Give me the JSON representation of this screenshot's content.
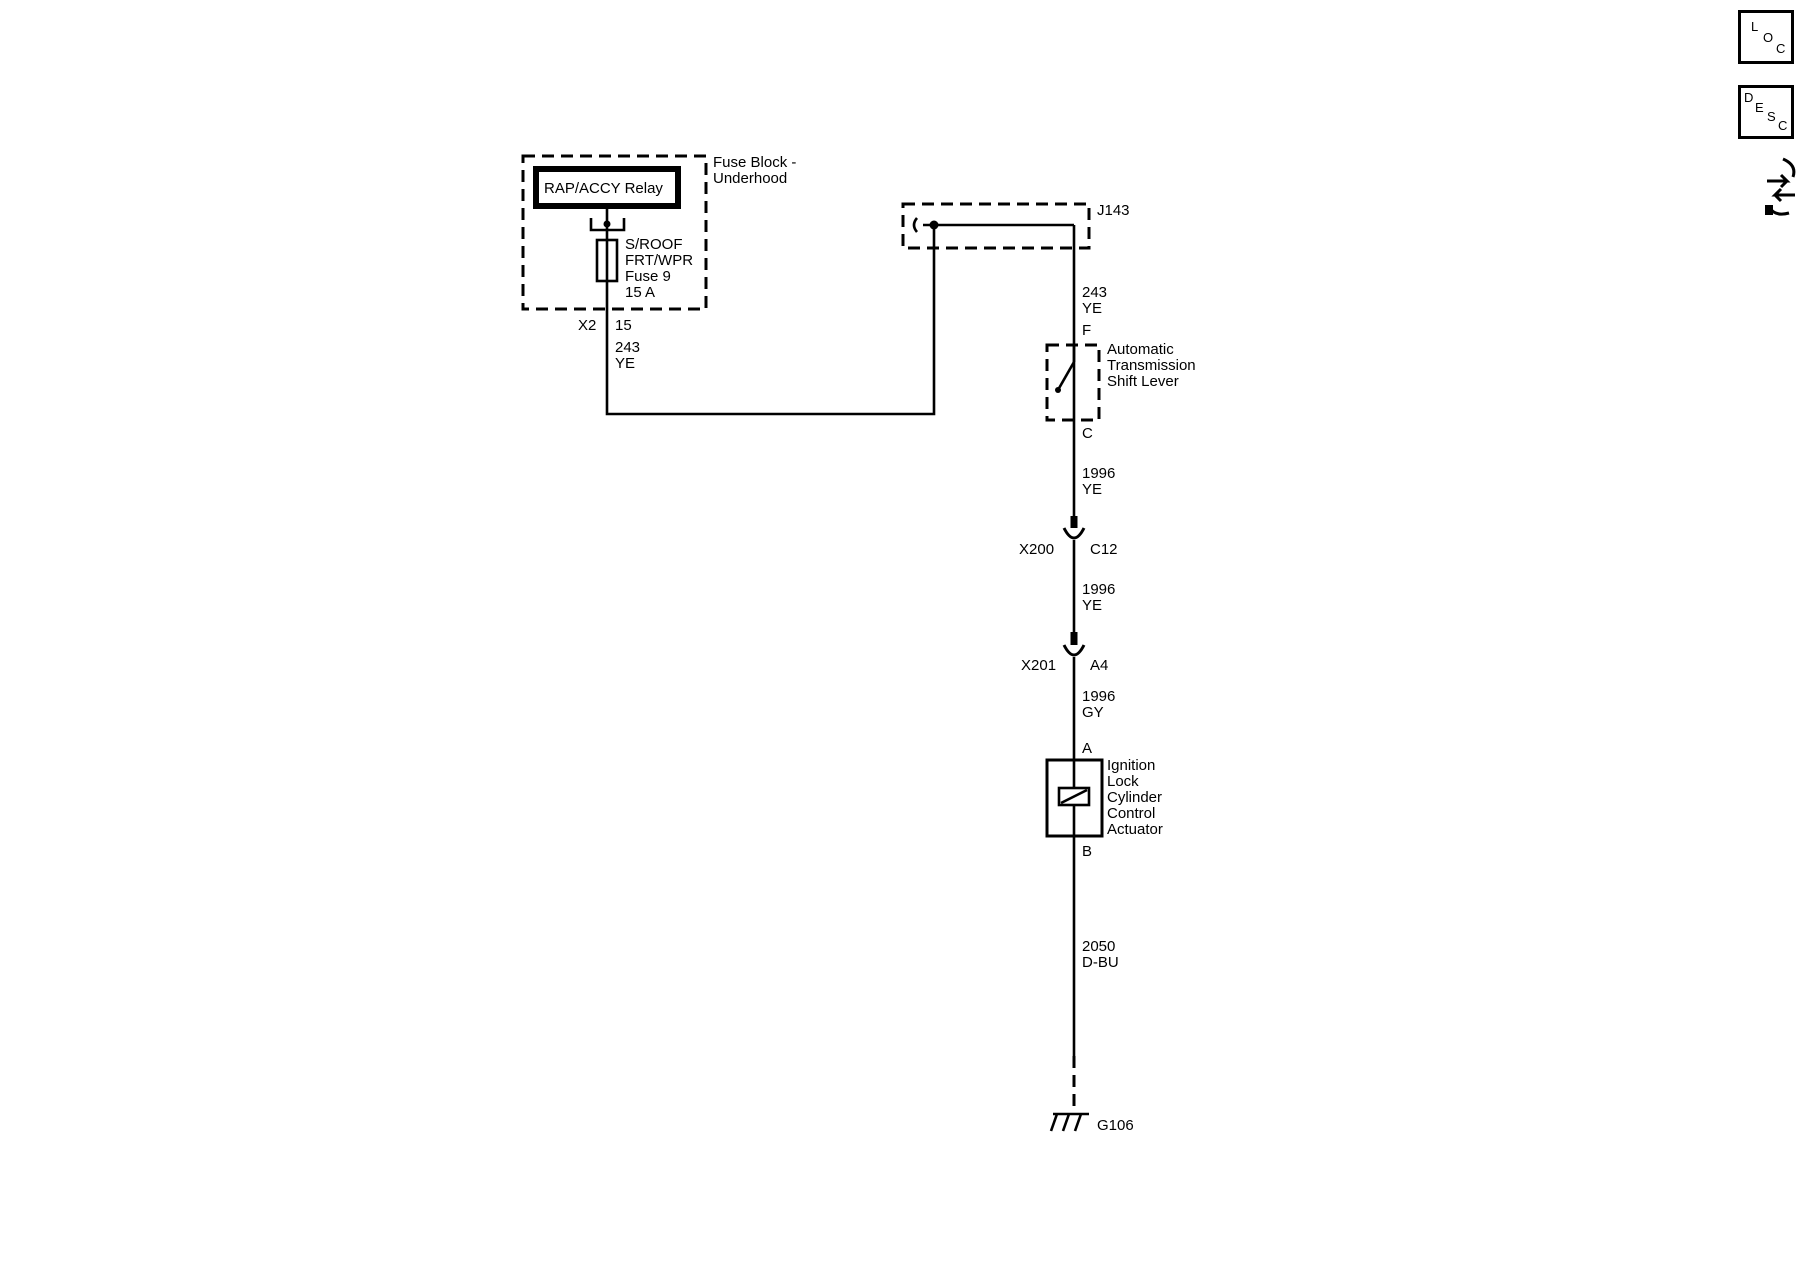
{
  "fuse_block": {
    "label_line1": "Fuse Block -",
    "label_line2": "Underhood",
    "relay_label": "RAP/ACCY Relay",
    "fuse_line1": "S/ROOF",
    "fuse_line2": "FRT/WPR",
    "fuse_line3": "Fuse 9",
    "fuse_line4": "15 A",
    "connector": "X2",
    "pin": "15"
  },
  "wires": {
    "w1_circuit": "243",
    "w1_color": "YE",
    "w2_circuit": "243",
    "w2_color": "YE",
    "w3_circuit": "1996",
    "w3_color": "YE",
    "w4_circuit": "1996",
    "w4_color": "YE",
    "w5_circuit": "1996",
    "w5_color": "GY",
    "w6_circuit": "2050",
    "w6_color": "D-BU"
  },
  "splice": {
    "label": "J143"
  },
  "shift_lever": {
    "line1": "Automatic",
    "line2": "Transmission",
    "line3": "Shift Lever",
    "pin_top": "F",
    "pin_bottom": "C"
  },
  "inline_x200": {
    "connector": "X200",
    "pin": "C12"
  },
  "inline_x201": {
    "connector": "X201",
    "pin": "A4"
  },
  "actuator": {
    "line1": "Ignition",
    "line2": "Lock",
    "line3": "Cylinder",
    "line4": "Control",
    "line5": "Actuator",
    "pin_top": "A",
    "pin_bottom": "B"
  },
  "ground": {
    "label": "G106"
  },
  "side_nav": {
    "loc": {
      "l": "L",
      "o": "O",
      "c": "C"
    },
    "desc": {
      "d": "D",
      "e": "E",
      "s": "S",
      "c": "C"
    },
    "icon": "connector-arrows-icon"
  }
}
